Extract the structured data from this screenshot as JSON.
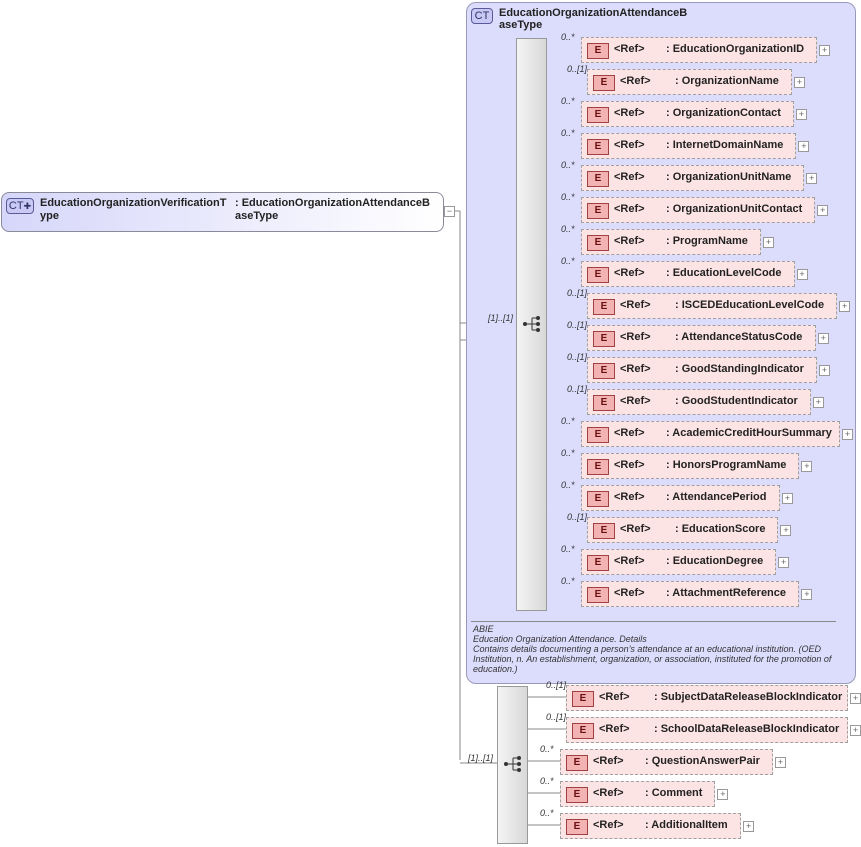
{
  "root": {
    "badge": "CT",
    "name": "EducationOrganizationVerificationT\nype",
    "type": ": EducationOrganizationAttendanceB\naseType"
  },
  "base_type": {
    "badge": "CT",
    "title": "EducationOrganizationAttendanceB\naseType",
    "sequence_cardinality": "[1]..[1]",
    "elements": [
      {
        "card": "0..*",
        "ref": "<Ref>",
        "name": ": EducationOrganizationID"
      },
      {
        "card": "0..[1]",
        "ref": "<Ref>",
        "name": ": OrganizationName"
      },
      {
        "card": "0..*",
        "ref": "<Ref>",
        "name": ": OrganizationContact"
      },
      {
        "card": "0..*",
        "ref": "<Ref>",
        "name": ": InternetDomainName"
      },
      {
        "card": "0..*",
        "ref": "<Ref>",
        "name": ": OrganizationUnitName"
      },
      {
        "card": "0..*",
        "ref": "<Ref>",
        "name": ": OrganizationUnitContact"
      },
      {
        "card": "0..*",
        "ref": "<Ref>",
        "name": ": ProgramName"
      },
      {
        "card": "0..*",
        "ref": "<Ref>",
        "name": ": EducationLevelCode"
      },
      {
        "card": "0..[1]",
        "ref": "<Ref>",
        "name": ": ISCEDEducationLevelCode"
      },
      {
        "card": "0..[1]",
        "ref": "<Ref>",
        "name": ": AttendanceStatusCode"
      },
      {
        "card": "0..[1]",
        "ref": "<Ref>",
        "name": ": GoodStandingIndicator"
      },
      {
        "card": "0..[1]",
        "ref": "<Ref>",
        "name": ": GoodStudentIndicator"
      },
      {
        "card": "0..*",
        "ref": "<Ref>",
        "name": ": AcademicCreditHourSummary"
      },
      {
        "card": "0..*",
        "ref": "<Ref>",
        "name": ": HonorsProgramName"
      },
      {
        "card": "0..*",
        "ref": "<Ref>",
        "name": ": AttendancePeriod"
      },
      {
        "card": "0..[1]",
        "ref": "<Ref>",
        "name": ": EducationScore"
      },
      {
        "card": "0..*",
        "ref": "<Ref>",
        "name": ": EducationDegree"
      },
      {
        "card": "0..*",
        "ref": "<Ref>",
        "name": ": AttachmentReference"
      }
    ],
    "annotation": {
      "line1": "ABIE",
      "line2": "Education Organization Attendance. Details",
      "line3": "Contains details documenting a person’s attendance at an educational institution. (OED Institution, n. An establishment, organization, or association, instituted for the promotion of education.)"
    }
  },
  "extension": {
    "sequence_cardinality": "[1]..[1]",
    "elements": [
      {
        "card": "0..[1]",
        "ref": "<Ref>",
        "name": ": SubjectDataReleaseBlockIndicator"
      },
      {
        "card": "0..[1]",
        "ref": "<Ref>",
        "name": ": SchoolDataReleaseBlockIndicator"
      },
      {
        "card": "0..*",
        "ref": "<Ref>",
        "name": ": QuestionAnswerPair"
      },
      {
        "card": "0..*",
        "ref": "<Ref>",
        "name": ": Comment"
      },
      {
        "card": "0..*",
        "ref": "<Ref>",
        "name": ": AdditionalItem"
      }
    ]
  },
  "icons": {
    "complex_type": "complex-type-icon",
    "element": "element-icon",
    "sequence": "sequence-compositor-icon",
    "expand": "plus-expand-icon"
  },
  "colors": {
    "complex_type_fill": "#dcdcfc",
    "element_fill": "#fde4e4",
    "element_badge": "#f3b3b3"
  }
}
